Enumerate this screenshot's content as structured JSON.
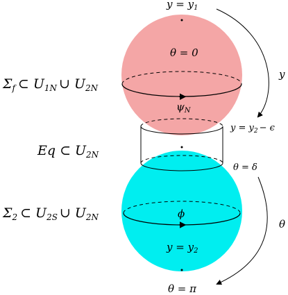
{
  "labels": {
    "y_top": "y = y",
    "y_top_sub": "1",
    "theta_zero": "θ = 0",
    "sigma_f_main": "Σ",
    "sigma_f_sub": "f",
    "sigma_f_rest": "⊂ U",
    "sigma_f_sub2": "1N",
    "sigma_f_union": "∪ U",
    "sigma_f_sub3": "2N",
    "psi": "ψ",
    "psi_sub": "N",
    "y_arrow": "y",
    "y_eps": "y = y",
    "y_eps_sub": "2",
    "y_eps_tail": "− ϵ",
    "eq_main": "Eq ⊂ U",
    "eq_sub": "2N",
    "theta_delta": "θ = δ",
    "sigma2_main": "Σ",
    "sigma2_sub": "2",
    "sigma2_rest": "⊂ U",
    "sigma2_sub2": "2S",
    "sigma2_union": "∪ U",
    "sigma2_sub3": "2N",
    "phi": "ϕ",
    "theta_arrow": "θ",
    "y_y2": "y = y",
    "y_y2_sub": "2",
    "theta_pi": "θ = π"
  },
  "colors": {
    "north_sphere": "#f4a6a6",
    "south_sphere": "#00eef0",
    "lines": "#000000"
  }
}
